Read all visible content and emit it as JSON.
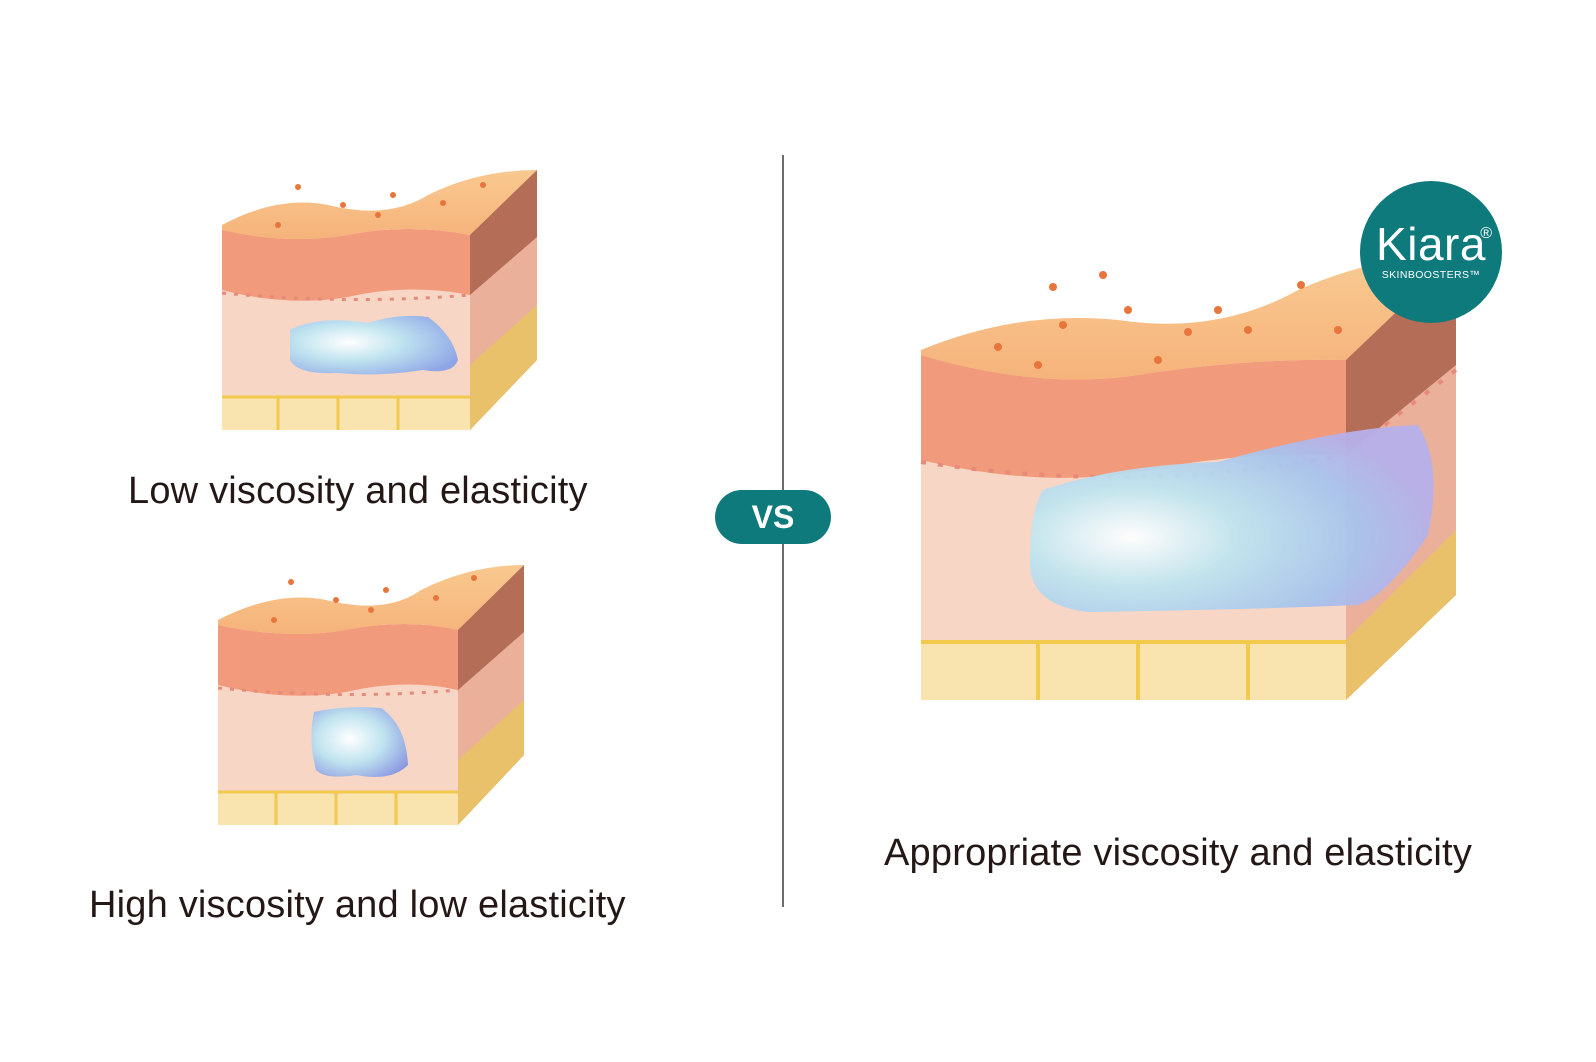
{
  "captions": {
    "low": "Low viscosity and elasticity",
    "high": "High viscosity and low elasticity",
    "appropriate": "Appropriate viscosity and elasticity"
  },
  "vs_label": "VS",
  "brand": {
    "name": "Kiara",
    "registered": "®",
    "tagline": "SKINBOOSTERS™"
  },
  "colors": {
    "accent": "#0f7a7c",
    "skin_top": "#f7c08a",
    "epidermis": "#f29a7c",
    "dermis": "#f7d6c6",
    "side_dark": "#b8705a",
    "fat": "#f9e4b0",
    "gel": "#a9d6ea"
  }
}
